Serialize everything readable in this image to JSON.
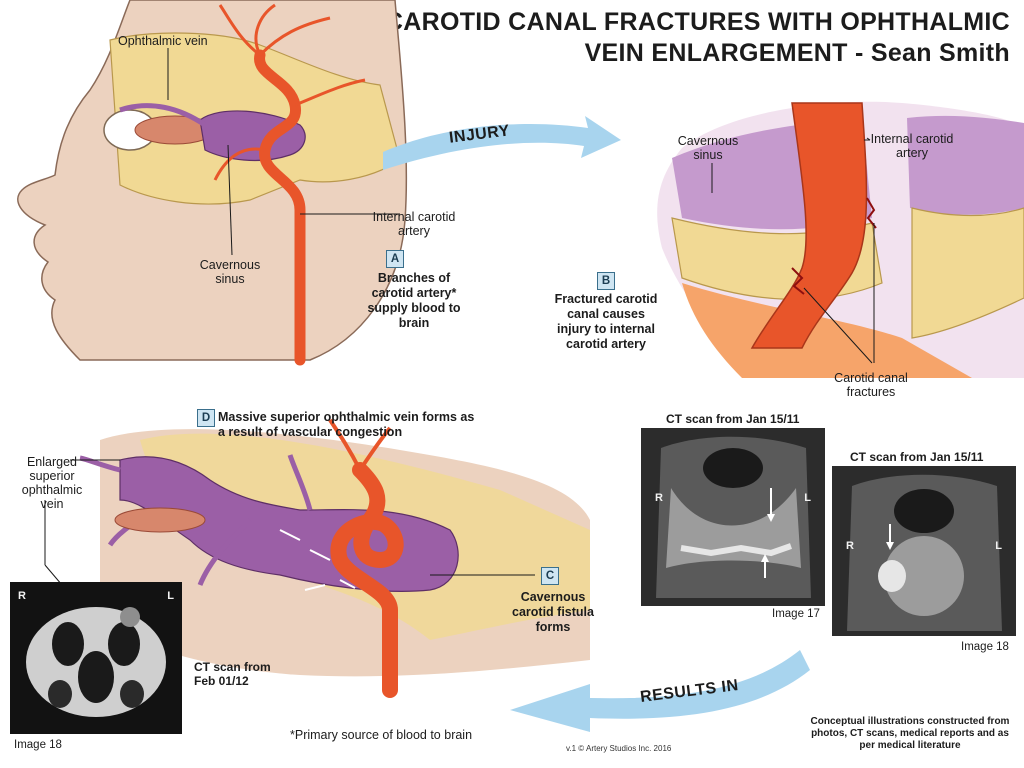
{
  "title": {
    "line1": "CAROTID CANAL FRACTURES  WITH OPHTHALMIC",
    "line2": "VEIN ENLARGEMENT - Sean Smith"
  },
  "panel_a": {
    "badge": "A",
    "caption": "Branches of carotid artery* supply blood to brain",
    "labels": {
      "ophthalmic_vein": "Ophthalmic vein",
      "internal_carotid_artery": "Internal carotid artery",
      "cavernous_sinus": "Cavernous sinus"
    }
  },
  "arrows": {
    "injury": "INJURY",
    "results_in": "RESULTS IN"
  },
  "panel_b": {
    "badge": "B",
    "caption": "Fractured carotid canal causes injury to internal carotid artery",
    "labels": {
      "cavernous_sinus": "Cavernous sinus",
      "internal_carotid_artery": "Internal carotid artery",
      "carotid_canal_fractures": "Carotid canal fractures"
    }
  },
  "panel_c": {
    "badge": "C",
    "caption": "Cavernous carotid fistula forms"
  },
  "panel_d": {
    "badge": "D",
    "caption": "Massive superior ophthalmic vein forms as a result of vascular congestion",
    "labels": {
      "enlarged_vein": "Enlarged superior ophthalmic vein"
    }
  },
  "ct_scans": {
    "scan_17": {
      "title": "CT scan from Jan 15/11",
      "image_label": "Image 17",
      "left_marker": "R",
      "right_marker": "L"
    },
    "scan_18a": {
      "title": "CT scan from Jan 15/11",
      "image_label": "Image 18",
      "left_marker": "R",
      "right_marker": "L"
    },
    "scan_feb": {
      "title": "CT scan from Feb 01/12",
      "image_label": "Image 18",
      "left_marker": "R",
      "right_marker": "L"
    }
  },
  "footnote": "*Primary source of blood to brain",
  "copyright": "v.1 © Artery Studios Inc. 2016",
  "disclaimer": "Conceptual illustrations constructed from photos, CT scans, medical reports and as per medical literature",
  "colors": {
    "artery": "#e8552a",
    "vein": "#9b5fa6",
    "bone": "#f1d994",
    "arrow": "#a8d4ee",
    "badge_border": "#3a6f8c"
  }
}
